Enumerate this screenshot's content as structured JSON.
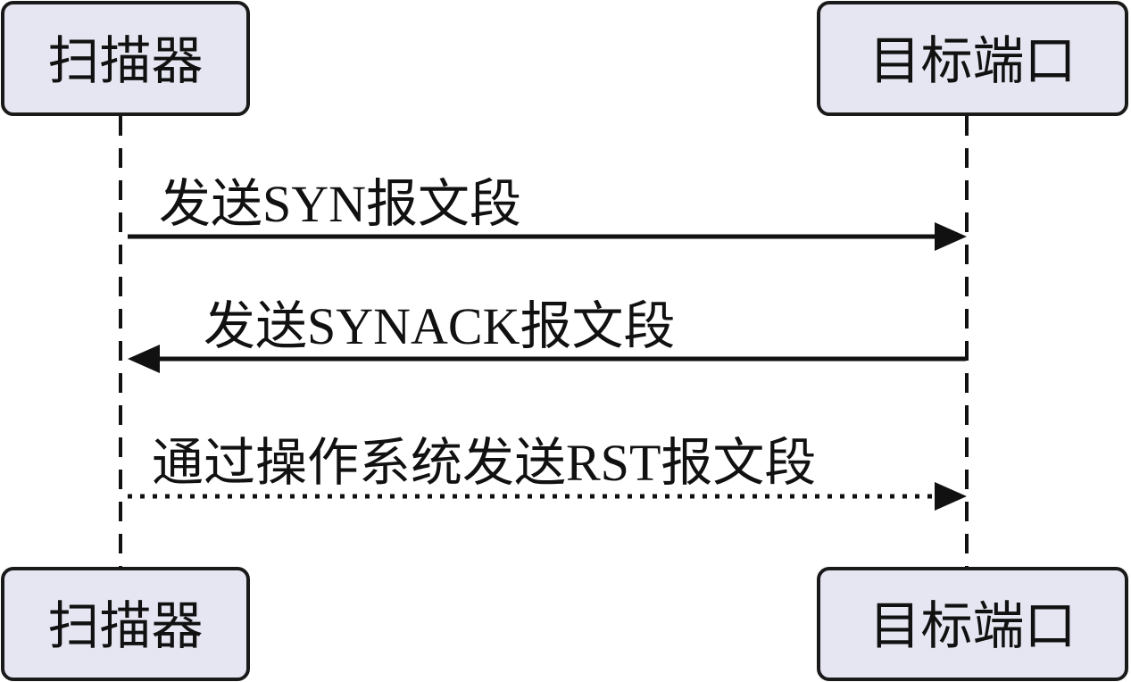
{
  "participants": [
    {
      "id": "scanner",
      "label": "扫描器"
    },
    {
      "id": "target",
      "label": "目标端口"
    }
  ],
  "messages": [
    {
      "from": "scanner",
      "to": "target",
      "label": "发送SYN报文段",
      "style": "solid"
    },
    {
      "from": "target",
      "to": "scanner",
      "label": "发送SYNACK报文段",
      "style": "solid"
    },
    {
      "from": "scanner",
      "to": "target",
      "label": "通过操作系统发送RST报文段",
      "style": "dotted"
    }
  ],
  "colors": {
    "box_fill": "#e6e6f2",
    "stroke": "#111111"
  }
}
